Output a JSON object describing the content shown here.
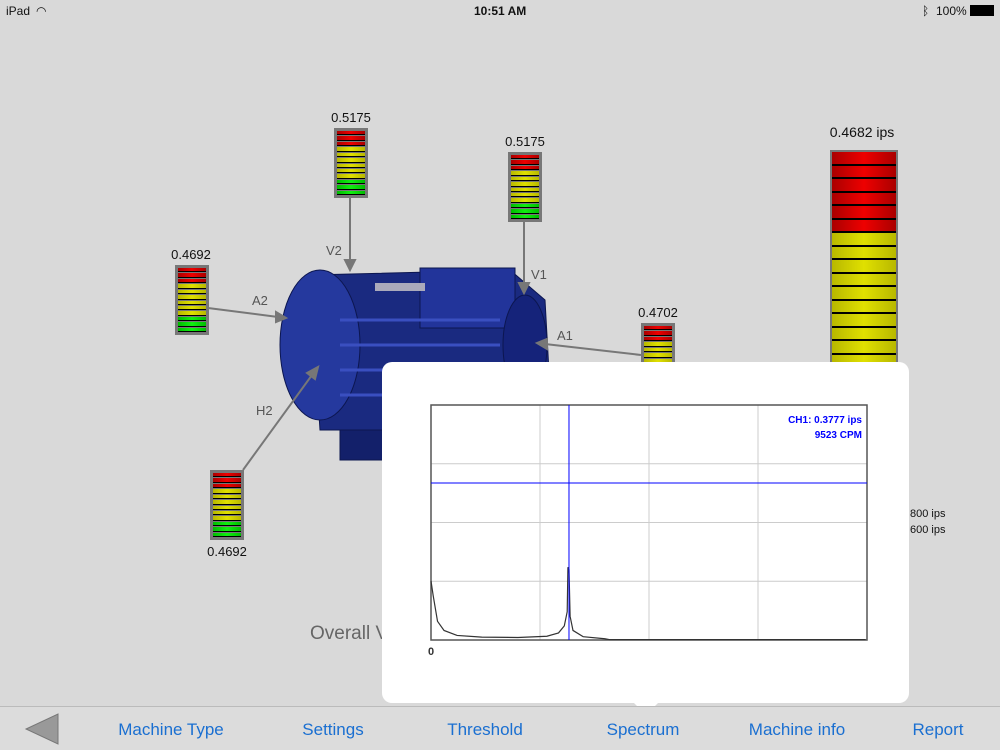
{
  "status_bar": {
    "device": "iPad",
    "time": "10:51 AM",
    "battery": "100%"
  },
  "sensors": [
    {
      "id": "V2",
      "value": "0.5175"
    },
    {
      "id": "V1",
      "value": "0.5175"
    },
    {
      "id": "A2",
      "value": "0.4692"
    },
    {
      "id": "A1",
      "value": "0.4702"
    },
    {
      "id": "H2",
      "value": "0.4692"
    }
  ],
  "overall": {
    "value": "0.4682 ips",
    "scale_labels": [
      "800 ips",
      "600 ips"
    ],
    "caption": "Overall V"
  },
  "colors": {
    "red": "#dd0000",
    "yellow": "#dede00",
    "green": "#11dd11",
    "accent": "#1a6fd1",
    "cursor": "#0000ff",
    "motor": "#1a2a80"
  },
  "chart_data": {
    "type": "line",
    "title": "",
    "xlabel": "",
    "ylabel": "",
    "x_tick_labels": [
      "0"
    ],
    "xlim": [
      0,
      30090
    ],
    "ylim": [
      0,
      0.5655
    ],
    "grid": true,
    "cursor": {
      "x": 9523,
      "y": 0.3777,
      "readout": [
        "CH1: 0.3777 ips",
        "9523 CPM"
      ]
    },
    "series": [
      {
        "name": "CH1",
        "x": [
          0,
          150,
          450,
          900,
          1800,
          3500,
          6000,
          8000,
          8800,
          9200,
          9400,
          9450,
          9523,
          9600,
          9800,
          10500,
          12000,
          12300,
          30000
        ],
        "y": [
          0.142,
          0.107,
          0.045,
          0.023,
          0.011,
          0.007,
          0.006,
          0.009,
          0.017,
          0.034,
          0.068,
          0.175,
          0.17,
          0.057,
          0.023,
          0.008,
          0.003,
          0.001,
          0.001
        ]
      }
    ]
  },
  "tabs": [
    "Machine Type",
    "Settings",
    "Threshold",
    "Spectrum",
    "Machine info",
    "Report"
  ]
}
